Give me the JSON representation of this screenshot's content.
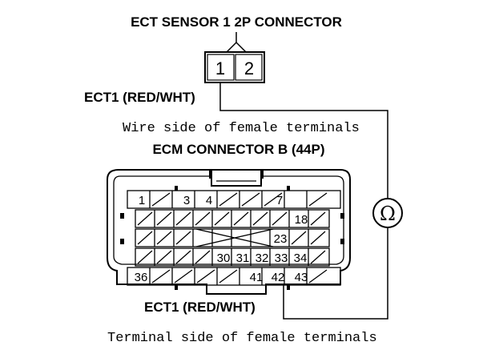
{
  "labels": {
    "ect_sensor_title": "ECT SENSOR 1 2P CONNECTOR",
    "ect1_top": "ECT1 (RED/WHT)",
    "wire_side": "Wire side of female terminals",
    "ecm_title": "ECM CONNECTOR B (44P)",
    "ect1_bottom": "ECT1 (RED/WHT)",
    "terminal_side": "Terminal side of female terminals"
  },
  "sensor_pins": [
    "1",
    "2"
  ],
  "ohmmeter_symbol": "Ω",
  "ecm_pins": {
    "row1": [
      "1",
      "3",
      "4",
      "7"
    ],
    "row2": [
      "18"
    ],
    "row3": [
      "23"
    ],
    "row4": [
      "30",
      "31",
      "32",
      "33",
      "34"
    ],
    "row5": [
      "36",
      "41",
      "42",
      "43"
    ]
  }
}
